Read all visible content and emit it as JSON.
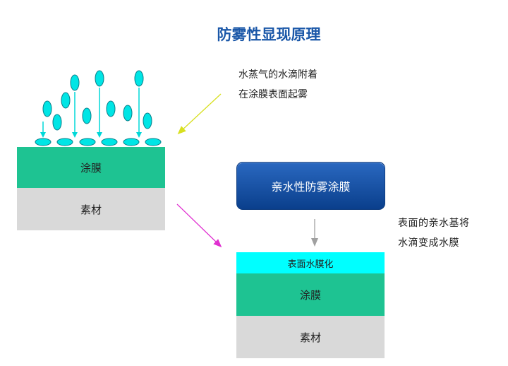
{
  "title": "防雾性显现原理",
  "left_note": {
    "line1": "水蒸气的水滴附着",
    "line2": "在涂膜表面起雾"
  },
  "left_stack": {
    "coating": "涂膜",
    "substrate": "素材"
  },
  "center_box": {
    "label": "亲水性防雾涂膜"
  },
  "right_note": {
    "line1": "表面的亲水基将",
    "line2": "水滴变成水膜"
  },
  "right_stack": {
    "water_film": "表面水膜化",
    "coating": "涂膜",
    "substrate": "素材"
  },
  "colors": {
    "title": "#1a57a8",
    "coating": "#1ec392",
    "substrate": "#d9d9d9",
    "water_film": "#00ffff",
    "droplet": "#00e5e5",
    "yellow_arrow": "#d8e020",
    "magenta_arrow": "#e030d0",
    "gray_arrow": "#a0a0a0"
  }
}
